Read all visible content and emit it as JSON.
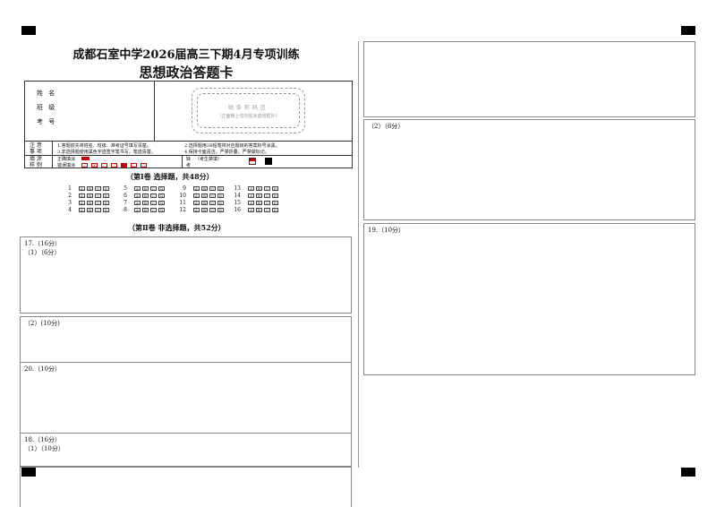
{
  "header": {
    "line1": "成都石室中学2026届高三下期4月专项训练",
    "line2": "思想政治答题卡"
  },
  "info": {
    "name": "姓  名",
    "class": "班  级",
    "exam_no": "考  号",
    "barcode_line1": "贴条形码区",
    "barcode_line2": "（正面朝上切勿贴出虚线框外）"
  },
  "notes": {
    "label_line1": "注  意",
    "label_line2": "事  项",
    "n1": "1.答题前先将姓名、班级、准考证号填写清楚。",
    "n2": "2.选择题用2B铅笔将对应题目的答案标号涂黑。",
    "n3": "3.非选择题使用黑色字迹签字笔书写，笔迹清楚。",
    "n4": "4.保持卡面清洁，严禁折叠，严禁做标记。"
  },
  "sample": {
    "label_line1": "填  涂",
    "label_line2": "样  例",
    "correct": "正确填涂",
    "wrong": "错误填涂",
    "absent_line1": "缺",
    "absent_line2": "考",
    "absent_note": "（考生禁填）"
  },
  "section1": {
    "title": "（第Ⅰ卷  选择题，共48分）",
    "options": [
      "A",
      "B",
      "C",
      "D"
    ],
    "questions": [
      "1",
      "2",
      "3",
      "4",
      "5",
      "6",
      "7",
      "8",
      "9",
      "10",
      "11",
      "12",
      "13",
      "14",
      "15",
      "16"
    ]
  },
  "section2": {
    "title": "（第Ⅱ卷  非选择题，共52分）"
  },
  "q17": {
    "label": "17.（16分）",
    "part1": "（1）（6分）",
    "part2": "（2）(10分)"
  },
  "q20": {
    "label": "20.（10分）"
  },
  "q18": {
    "label": "18.（16分）",
    "part1": "（1）（10分）"
  },
  "right": {
    "part2": "（2）（6分）",
    "q19": "19.（10分）"
  }
}
